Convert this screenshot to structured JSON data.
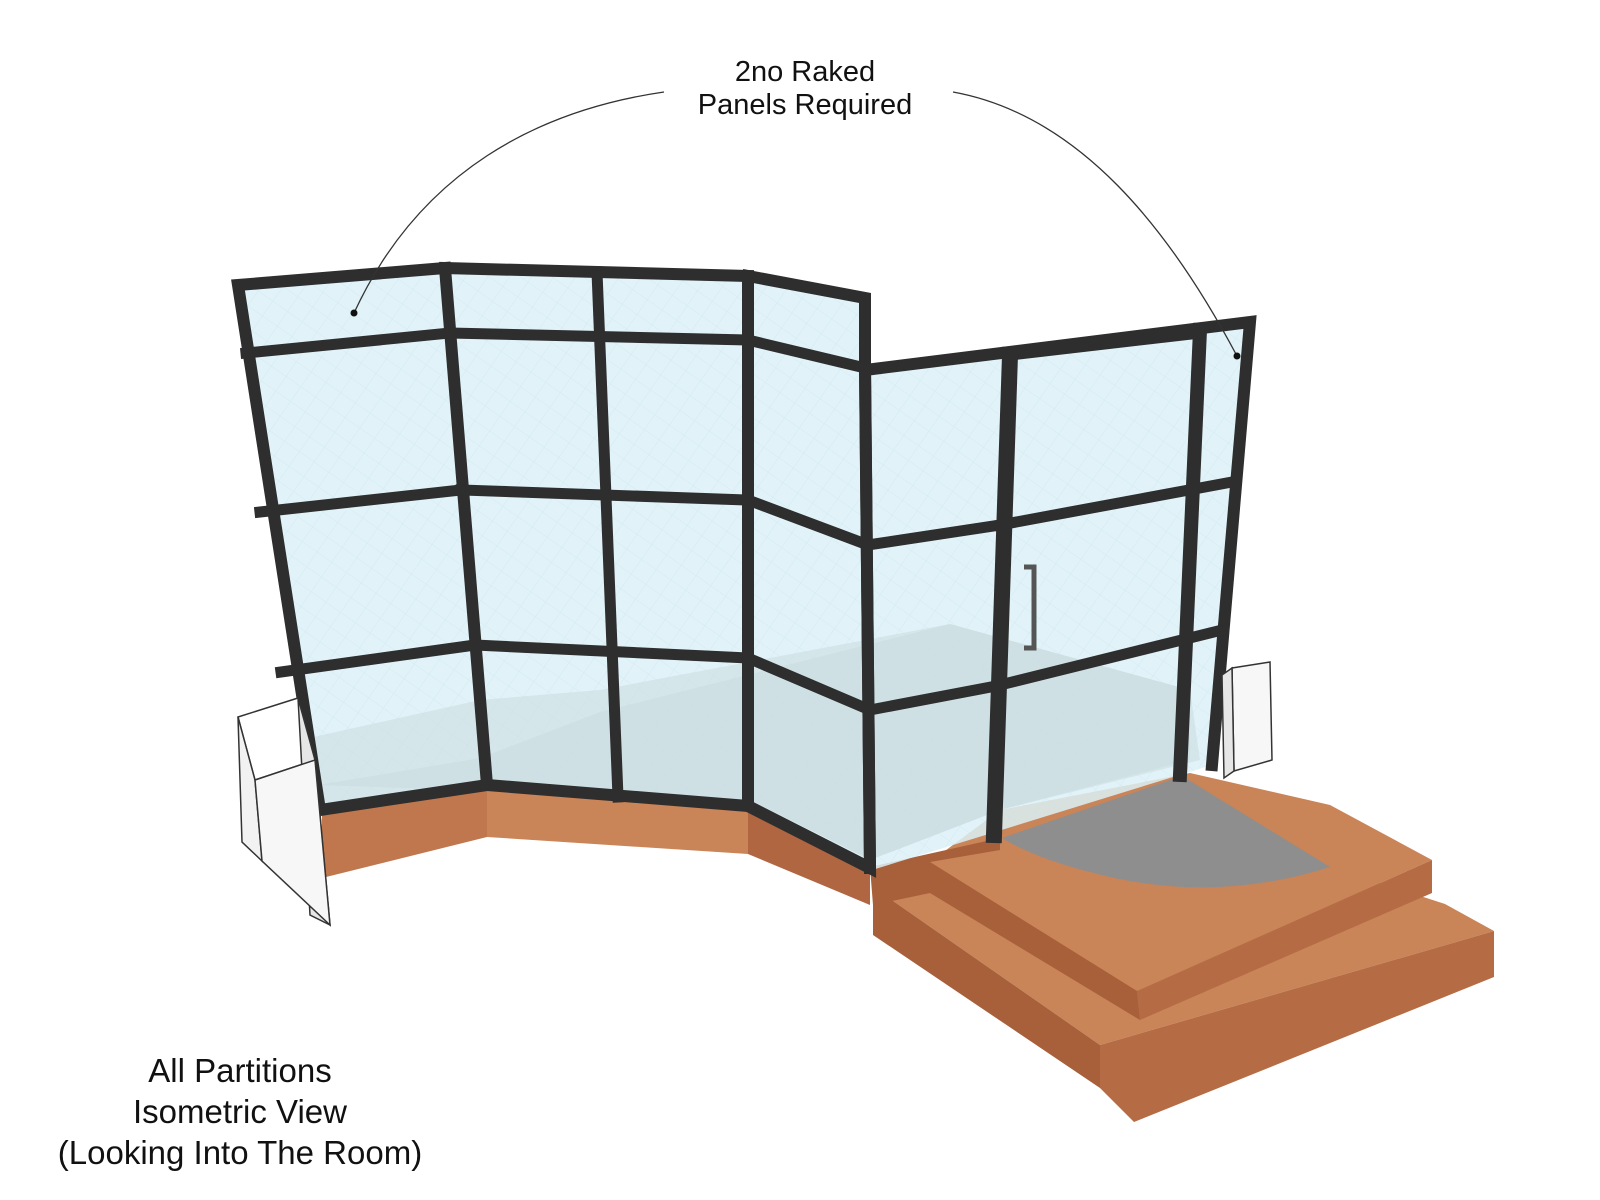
{
  "callout": {
    "line1": "2no Raked",
    "line2": "Panels Required"
  },
  "caption": {
    "line1": "All Partitions",
    "line2": "Isometric View",
    "line3": "(Looking Into The Room)"
  },
  "colors": {
    "frame": "#2e2e2e",
    "glass": "#dcf1f7",
    "glass_lower": "#c7d6da",
    "floor": "#b1b3b3",
    "timber_top": "#c98458",
    "timber_side": "#a8603b",
    "timber_front": "#c1774d",
    "threshold": "#8e8e8e",
    "block": "#f2f2f2"
  }
}
